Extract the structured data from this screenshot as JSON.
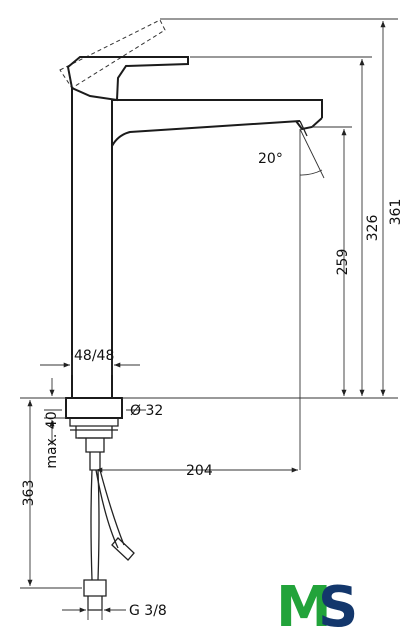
{
  "dimensions": {
    "height_361": "361",
    "height_326": "326",
    "height_259": "259",
    "angle": "20°",
    "width_48": "48/48",
    "diameter": "Ø 32",
    "max_40": "max. 40",
    "height_363": "363",
    "reach_204": "204",
    "thread": "G 3/8"
  },
  "logo": {
    "m": "M",
    "s": "S"
  },
  "colors": {
    "line": "#222222",
    "logo_green": "#22a33a",
    "logo_navy": "#13376c"
  }
}
